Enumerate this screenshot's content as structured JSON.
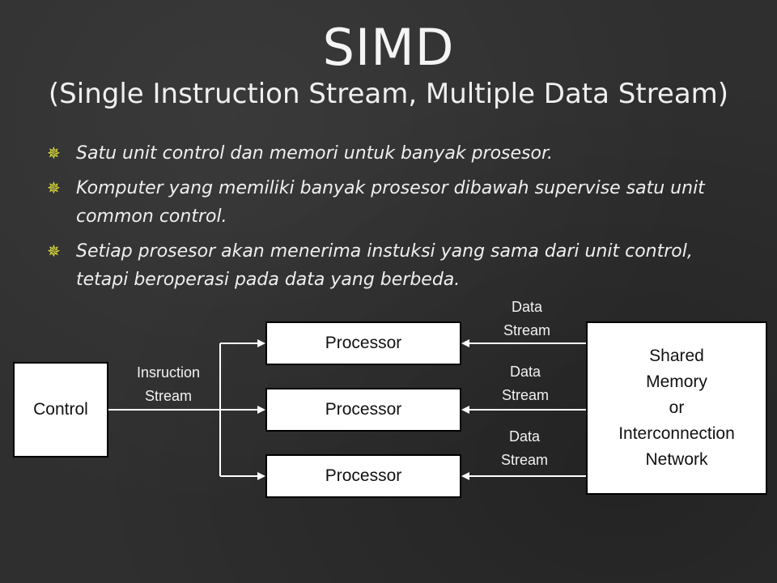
{
  "slide": {
    "title": "SIMD",
    "subtitle": "(Single Instruction Stream, Multiple Data Stream)",
    "bullets": [
      "Satu unit control dan memori untuk banyak prosesor.",
      "Komputer yang memiliki banyak prosesor dibawah supervise satu unit common control.",
      "Setiap prosesor akan menerima instuksi yang sama dari unit control, tetapi beroperasi pada data yang berbeda."
    ],
    "bullet_icon": "star-icon",
    "bullet_color": "#e5e53a"
  },
  "diagram": {
    "control_label": "Control",
    "instruction_label_line1": "Insruction",
    "instruction_label_line2": "Stream",
    "processors": [
      "Processor",
      "Processor",
      "Processor"
    ],
    "data_stream_line1": "Data",
    "data_stream_line2": "Stream",
    "memory_lines": [
      "Shared",
      "Memory",
      "or",
      "Interconnection",
      "Network"
    ]
  }
}
